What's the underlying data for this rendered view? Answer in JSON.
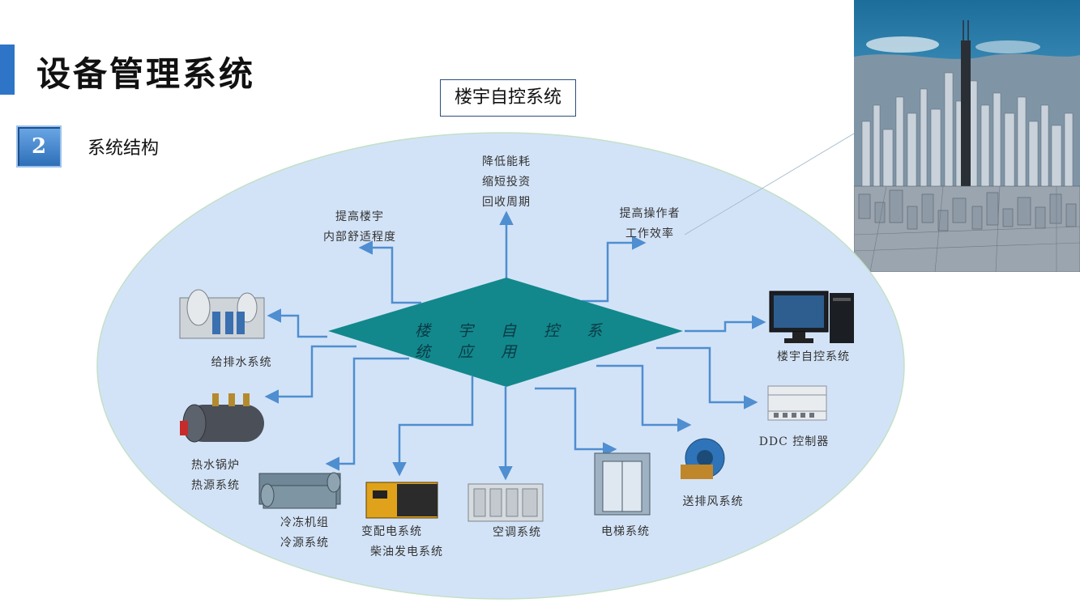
{
  "header": {
    "title": "设备管理系统"
  },
  "section": {
    "number": "2",
    "title": "系统结构"
  },
  "diagram": {
    "top_box": "楼宇自控系统",
    "center": "楼 宇 自 控 系 统 应 用",
    "benefits": {
      "energy": [
        "降低能耗",
        "缩短投资",
        "回收周期"
      ],
      "comfort": [
        "提高楼宇",
        "内部舒适程度"
      ],
      "efficiency": [
        "提高操作者",
        "工作效率"
      ]
    },
    "subsystems": {
      "water": [
        "给排水系统"
      ],
      "boiler": [
        "热水锅炉",
        "热源系统"
      ],
      "chiller": [
        "冷冻机组",
        "冷源系统"
      ],
      "power": [
        "变配电系统",
        "柴油发电系统"
      ],
      "hvac": [
        "空调系统"
      ],
      "elevator": [
        "电梯系统"
      ],
      "ventilation": [
        "送排风系统"
      ],
      "ddc": [
        "DDC 控制器"
      ],
      "bas": [
        "楼宇自控系统"
      ]
    }
  },
  "colors": {
    "accent": "#2E75C8",
    "ellipse": "#D3E3F7",
    "diamond": "#12888C",
    "arrow": "#4F8ED0"
  }
}
